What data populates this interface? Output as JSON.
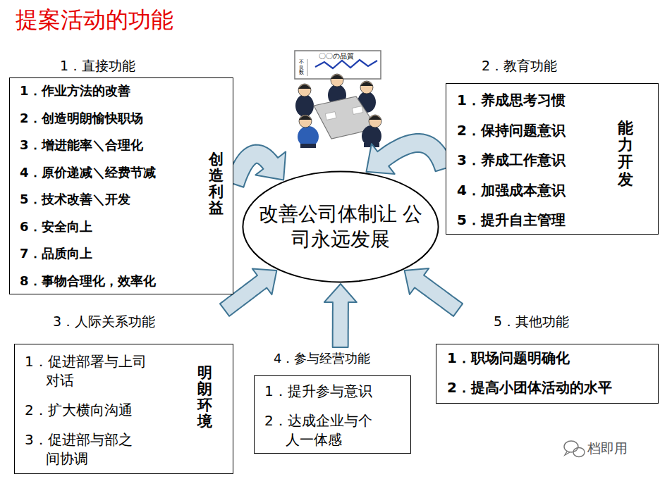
{
  "diagram": {
    "title": "提案活动的功能",
    "nodes": [
      {
        "text": [
          "1．直接功能",
          "1．作业方法的改善",
          "2．创造明朗愉快职场",
          "3．增进能率＼合理化",
          "4．原价递减＼经费节减",
          "5．技术改善＼开发",
          "6．安全向上",
          "7．品质向上",
          "8．事物合理化，效率化",
          "创造利益"
        ]
      },
      {
        "text": [
          "2．教育功能",
          "1．养成思考习惯",
          "2．保持问题意识",
          "3．养成工作意识",
          "4．加强成本意识",
          "5．提升自主管理",
          "能力开发"
        ]
      },
      {
        "text": [
          "改善公司体制让 公司永远发展"
        ]
      },
      {
        "text": [
          "3．人际关系功能",
          "1．促进部署与上司对话",
          "2．扩大横向沟通",
          "3．促进部与部之间协调",
          "明朗环境"
        ]
      },
      {
        "text": [
          "4．参与经营功能",
          "1．提升参与意识",
          "2．达成企业与个人一体感"
        ]
      },
      {
        "text": [
          "5．其他功能",
          "1．职场问题明确化",
          "2．提高小团体活动的水平"
        ]
      }
    ],
    "edges": [
      {
        "from": 0,
        "to": 2,
        "arrow": "to"
      },
      {
        "from": 1,
        "to": 2,
        "arrow": "to"
      },
      {
        "from": 3,
        "to": 2,
        "arrow": "to"
      },
      {
        "from": 4,
        "to": 2,
        "arrow": "to"
      },
      {
        "from": 5,
        "to": 2,
        "arrow": "to"
      }
    ],
    "labels": [
      "〇〇の品質",
      "不良数",
      "档即用"
    ]
  }
}
